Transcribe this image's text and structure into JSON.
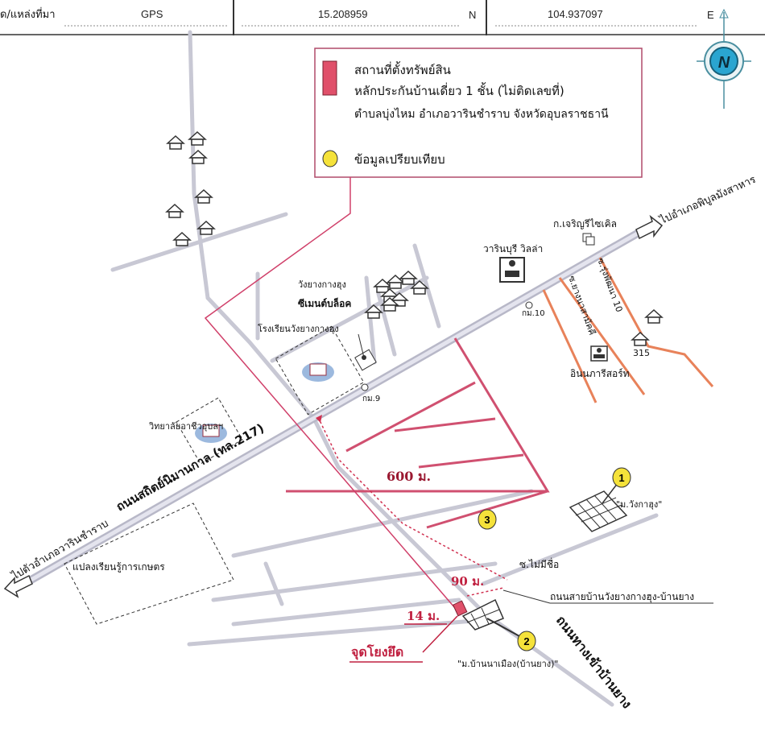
{
  "header": {
    "location_label": "ัด/แหล่งที่มา",
    "gps_label": "GPS",
    "latitude": "15.208959",
    "lat_dir": "N",
    "longitude": "104.937097",
    "lon_dir": "E"
  },
  "compass": {
    "letter": "N"
  },
  "legend": {
    "property_title": "สถานที่ตั้งทรัพย์สิน",
    "property_line2": "หลักประกันบ้านเดี่ยว 1 ชั้น (ไม่ติดเลขที่)",
    "property_line3": "ตำบลบุ่งไหม  อำเภอวารินชำราบ  จังหวัดอุบลราชธานี",
    "comparison_label": "ข้อมูลเปรียบเทียบ",
    "property_color": "#e0506a",
    "comparison_color": "#f5e23a"
  },
  "labels": {
    "main_road": "ถนนสถิตย์นิมานกาล (ทล.217)",
    "to_phibun": "ไปอำเภอพิบูลมังสาหาร",
    "to_warin": "ไปตัวอำเภอวารินชำราบ",
    "k_charoen": "ก.เจริญรีไซเคิล",
    "warin_villa": "วารินบุรี วิลล่า",
    "soi_10": "ซ.รุ่งพัฒนา 10",
    "soi_yang": "ซ.ยางนาสามัคคี",
    "km10": "กม.10",
    "num315": "315",
    "inn_resort": "อินนภารีสอร์ท",
    "wang_cement1": "วังยางกางฮุง",
    "wang_cement2": "ซีเมนต์บล็อค",
    "school": "โรงเรียนวังยางกางฮุง",
    "km9": "กม.9",
    "college": "วิทยาลัยอาชีวอุบลฯ",
    "dist_600": "600 ม.",
    "dist_90": "90 ม.",
    "dist_14": "14 ม.",
    "anchor": "จุดโยงยึด",
    "no_name_soi": "ซ.ไม่มีชื่อ",
    "road_wang_banyang": "ถนนสายบ้านวังยางกางฮุง-บ้านยาง",
    "road_to_banyang": "ถนนทางเข้าบ้านยาง",
    "agri_plot": "แปลงเรียนรู้การเกษตร",
    "village1": "\"ม.วังกาฮุง\"",
    "village2": "\"ม.บ้านนาเมือง(บ้านยาง)\"",
    "c1": "1",
    "c2": "2",
    "c3": "3"
  }
}
